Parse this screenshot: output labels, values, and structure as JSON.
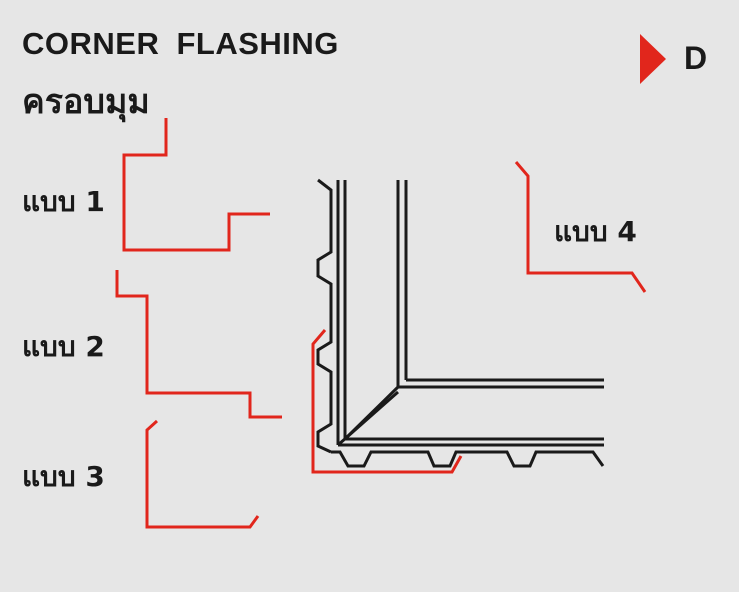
{
  "header": {
    "title": "CORNER FLASHING",
    "subtitle": "ครอบมุม",
    "section_letter": "D"
  },
  "types": [
    {
      "label": "แบบ 1"
    },
    {
      "label": "แบบ 2"
    },
    {
      "label": "แบบ 3"
    },
    {
      "label": "แบบ 4"
    }
  ],
  "colors": {
    "accent": "#e1261c",
    "line": "#1a1a1a",
    "background": "#e6e6e6"
  },
  "icons": {
    "section_marker": "red-triangle-icon"
  }
}
